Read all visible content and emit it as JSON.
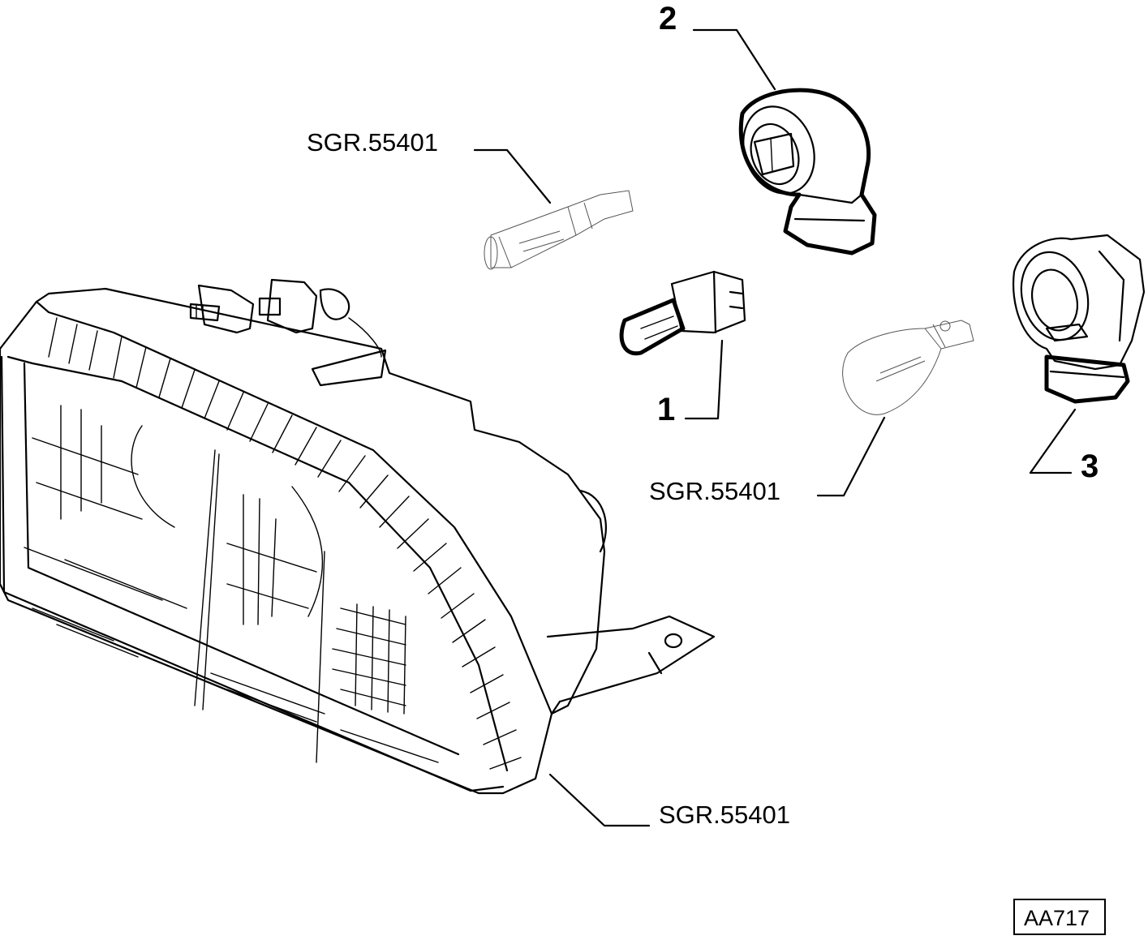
{
  "callouts": {
    "part_1": "1",
    "part_2": "2",
    "part_3": "3",
    "ref_bulb_top": "SGR.55401",
    "ref_bulb_right": "SGR.55401",
    "ref_headlamp": "SGR.55401"
  },
  "drawing_code": "AA717"
}
